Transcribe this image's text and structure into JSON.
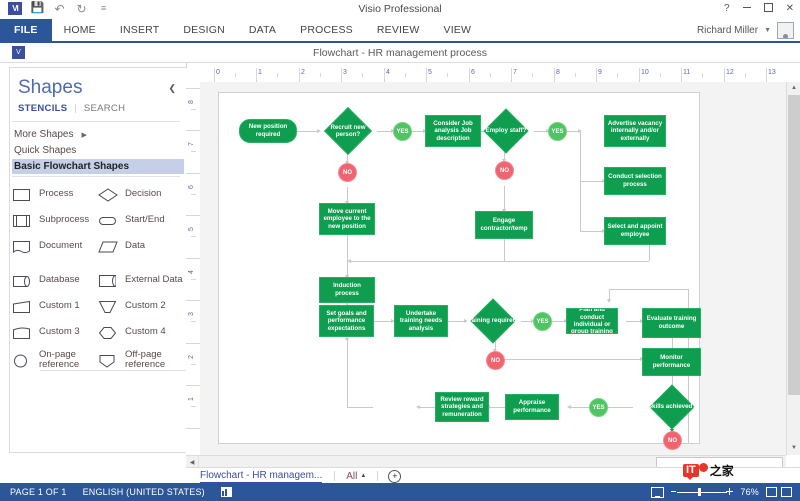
{
  "titlebar": {
    "app_title": "Visio Professional",
    "logo": "visio-logo",
    "quick_access": [
      {
        "name": "save-icon",
        "glyph": "■"
      },
      {
        "name": "undo-icon",
        "glyph": "↶"
      },
      {
        "name": "redo-icon",
        "glyph": "↻"
      },
      {
        "name": "customize-qat-icon",
        "glyph": "≡"
      }
    ],
    "window_buttons": [
      {
        "name": "help-button",
        "label": "?"
      },
      {
        "name": "minimize-button",
        "label": ""
      },
      {
        "name": "restore-button",
        "label": ""
      },
      {
        "name": "close-button",
        "label": "✕"
      }
    ]
  },
  "ribbon": {
    "tabs": [
      {
        "label": "FILE"
      },
      {
        "label": "HOME"
      },
      {
        "label": "INSERT"
      },
      {
        "label": "DESIGN"
      },
      {
        "label": "DATA"
      },
      {
        "label": "PROCESS"
      },
      {
        "label": "REVIEW"
      },
      {
        "label": "VIEW"
      }
    ],
    "account_name": "Richard Miller"
  },
  "document": {
    "title": "Flowchart - HR management process"
  },
  "shapes_panel": {
    "heading": "Shapes",
    "collapse_glyph": "❮",
    "subtabs": [
      {
        "label": "STENCILS",
        "active": true
      },
      {
        "label": "SEARCH",
        "active": false
      }
    ],
    "separator": "|",
    "nav": [
      {
        "label": "More Shapes",
        "arrow": "▶",
        "selected": false
      },
      {
        "label": "Quick Shapes",
        "arrow": "",
        "selected": false
      },
      {
        "label": "Basic Flowchart Shapes",
        "arrow": "",
        "selected": true
      }
    ],
    "shapes": [
      {
        "name": "Process",
        "icon": "rect-shape"
      },
      {
        "name": "Decision",
        "icon": "diamond-shape"
      },
      {
        "name": "Subprocess",
        "icon": "subprocess-shape"
      },
      {
        "name": "Start/End",
        "icon": "rounded-shape"
      },
      {
        "name": "Document",
        "icon": "document-shape"
      },
      {
        "name": "Data",
        "icon": "parallelogram-shape"
      },
      {
        "name": "Database",
        "icon": "database-shape"
      },
      {
        "name": "External Data",
        "icon": "external-data-shape"
      },
      {
        "name": "Custom 1",
        "icon": "custom1-shape"
      },
      {
        "name": "Custom 2",
        "icon": "custom2-shape"
      },
      {
        "name": "Custom 3",
        "icon": "custom3-shape"
      },
      {
        "name": "Custom 4",
        "icon": "custom4-shape"
      },
      {
        "name": "On-page reference",
        "icon": "circle-shape"
      },
      {
        "name": "Off-page reference",
        "icon": "offpage-shape"
      }
    ]
  },
  "rulers": {
    "horizontal_labels": [
      "0",
      "1",
      "2",
      "3",
      "4",
      "5",
      "6",
      "7",
      "8",
      "9",
      "10",
      "11",
      "12",
      "13"
    ],
    "vertical_labels": [
      "8",
      "7",
      "6",
      "5",
      "4",
      "3",
      "2",
      "1"
    ]
  },
  "flowchart": {
    "title": "HR management process",
    "colors": {
      "process_fill": "#0f9d4f",
      "process_border": "#26b05f",
      "yes_fill": "#4fc463",
      "no_fill": "#ef6470",
      "connector": "#c9c9c9"
    },
    "nodes": [
      {
        "id": "n1",
        "type": "terminator",
        "label": "New position required"
      },
      {
        "id": "n2",
        "type": "decision",
        "label": "Recruit new person?"
      },
      {
        "id": "n3",
        "type": "label-yes",
        "label": "YES"
      },
      {
        "id": "n4",
        "type": "label-no",
        "label": "NO"
      },
      {
        "id": "n5",
        "type": "process",
        "label": "Consider Job analysis Job description"
      },
      {
        "id": "n6",
        "type": "process",
        "label": "Move current employee to the new position"
      },
      {
        "id": "n7",
        "type": "decision",
        "label": "Employ staff?"
      },
      {
        "id": "n8",
        "type": "label-yes",
        "label": "YES"
      },
      {
        "id": "n9",
        "type": "label-no",
        "label": "NO"
      },
      {
        "id": "n10",
        "type": "process",
        "label": "Advertise vacancy internally and/or externally"
      },
      {
        "id": "n11",
        "type": "process",
        "label": "Conduct selection process"
      },
      {
        "id": "n12",
        "type": "process",
        "label": "Select and appoint employee"
      },
      {
        "id": "n13",
        "type": "process",
        "label": "Engage contractor/temp"
      },
      {
        "id": "n14",
        "type": "process",
        "label": "Induction process"
      },
      {
        "id": "n15",
        "type": "process",
        "label": "Set goals and performance expectations"
      },
      {
        "id": "n16",
        "type": "process",
        "label": "Undertake training needs analysis"
      },
      {
        "id": "n17",
        "type": "decision",
        "label": "Training required?"
      },
      {
        "id": "n18",
        "type": "label-yes",
        "label": "YES"
      },
      {
        "id": "n19",
        "type": "label-no",
        "label": "NO"
      },
      {
        "id": "n20",
        "type": "process",
        "label": "Plan and conduct individual or group training"
      },
      {
        "id": "n21",
        "type": "process",
        "label": "Evaluate training outcome"
      },
      {
        "id": "n22",
        "type": "process",
        "label": "Monitor performance"
      },
      {
        "id": "n23",
        "type": "decision",
        "label": "Skills achieved?"
      },
      {
        "id": "n24",
        "type": "label-yes",
        "label": "YES"
      },
      {
        "id": "n25",
        "type": "label-no",
        "label": "NO"
      },
      {
        "id": "n26",
        "type": "process",
        "label": "Appraise performance"
      },
      {
        "id": "n27",
        "type": "process",
        "label": "Review reward strategies and remuneration"
      }
    ]
  },
  "pagebar": {
    "tab_label": "Flowchart - HR managem...",
    "all_label": "All",
    "all_caret": "▲",
    "add_label": "+",
    "scroll_left": "◀"
  },
  "statusbar": {
    "page_info": "PAGE 1 OF 1",
    "language": "ENGLISH (UNITED STATES)",
    "zoom_level": "76%",
    "macro_icon": "macro-icon"
  },
  "watermark": {
    "badge": "IT",
    "dot": "之",
    "text": "之家"
  }
}
